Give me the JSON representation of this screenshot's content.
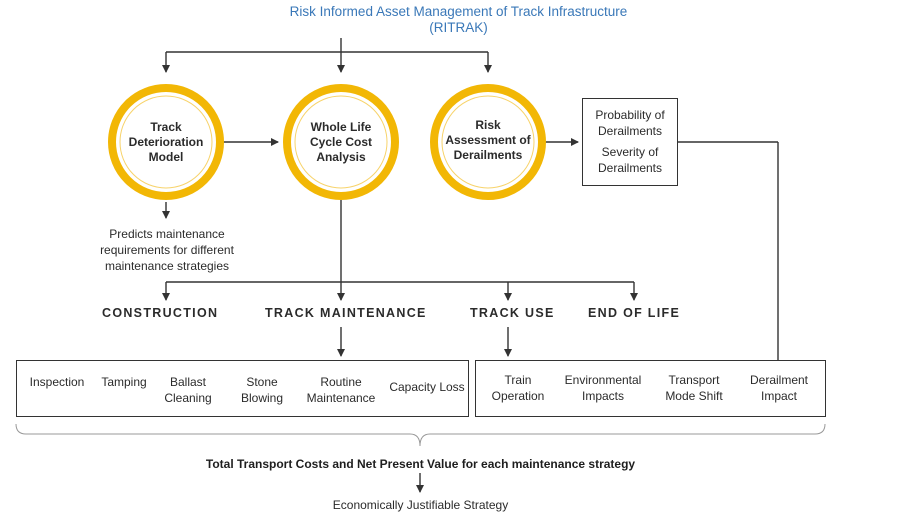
{
  "title_line1": "Risk Informed Asset Management of Track Infrastructure",
  "title_line2": "(RITRAK)",
  "circles": {
    "deterioration": {
      "line1": "Track",
      "line2": "Deterioration",
      "line3": "Model"
    },
    "wlcc": {
      "line1": "Whole Life",
      "line2": "Cycle Cost",
      "line3": "Analysis"
    },
    "risk": {
      "line1": "Risk",
      "line2": "Assessment of",
      "line3": "Derailments"
    }
  },
  "prob_box": {
    "line1": "Probability of",
    "line2": "Derailments",
    "line3": "Severity of",
    "line4": "Derailments"
  },
  "predicts": {
    "line1": "Predicts maintenance",
    "line2": "requirements for different",
    "line3": "maintenance strategies"
  },
  "phases": {
    "construction": "CONSTRUCTION",
    "track_maintenance": "TRACK MAINTENANCE",
    "track_use": "TRACK USE",
    "end_of_life": "END OF LIFE"
  },
  "maintenance_items": [
    {
      "l1": "Inspection",
      "l2": ""
    },
    {
      "l1": "Tamping",
      "l2": ""
    },
    {
      "l1": "Ballast",
      "l2": "Cleaning"
    },
    {
      "l1": "Stone",
      "l2": "Blowing"
    },
    {
      "l1": "Routine",
      "l2": "Maintenance"
    },
    {
      "l1": "Capacity Loss",
      "l2": ""
    }
  ],
  "use_items": [
    {
      "l1": "Train",
      "l2": "Operation"
    },
    {
      "l1": "Environmental",
      "l2": "Impacts"
    },
    {
      "l1": "Transport",
      "l2": "Mode Shift"
    },
    {
      "l1": "Derailment",
      "l2": "Impact"
    }
  ],
  "total_costs": "Total Transport Costs and Net Present Value for each maintenance strategy",
  "economic_strategy": "Economically Justifiable Strategy",
  "colors": {
    "accent": "#f2b705",
    "title": "#3a78b8",
    "line": "#333333"
  }
}
